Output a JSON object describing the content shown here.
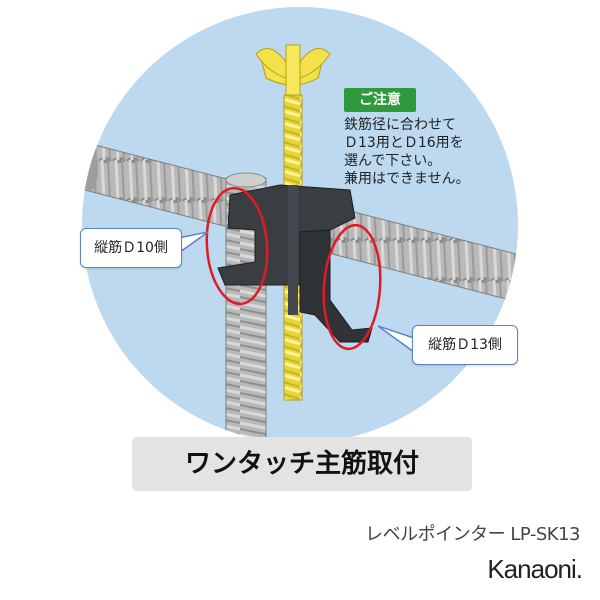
{
  "caution": {
    "badge": "ご注意",
    "lines": [
      "鉄筋径に合わせて",
      "Ｄ13用とＤ16用を",
      "選んで下さい。",
      "兼用はできません。"
    ]
  },
  "callouts": {
    "left": "縦筋Ｄ10側",
    "right": "縦筋Ｄ13側"
  },
  "caption": "ワンタッチ主筋取付",
  "product": {
    "name": "レベルポインター LP-SK13",
    "brand": "Kanaoni."
  },
  "colors": {
    "background_circle": "#bcd9ef",
    "rebar": "#b7b7b7",
    "bolt": "#f3e24a",
    "holder": "#3a3d42",
    "highlight": "#e01b24",
    "badge": "#2e9a3c"
  }
}
